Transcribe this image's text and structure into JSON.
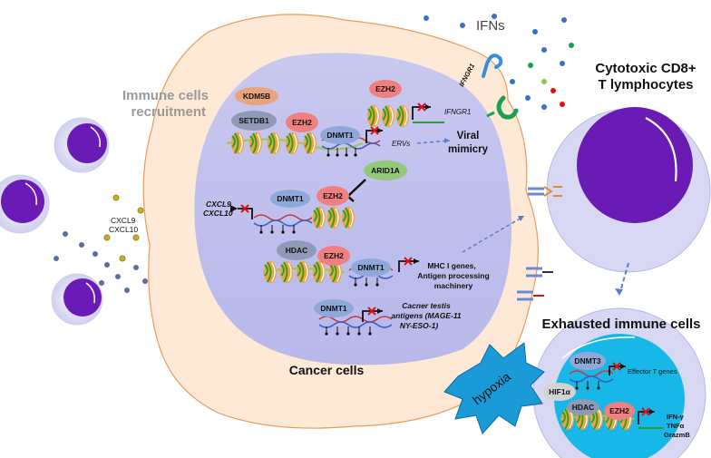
{
  "labels": {
    "ifns": "IFNs",
    "immune_recruitment_line1": "Immune cells",
    "immune_recruitment_line2": "recruitment",
    "cxcl9": "CXCL9",
    "cxcl10": "CXCL10",
    "cytotoxic_line1": "Cytotoxic CD8+",
    "cytotoxic_line2": "T lymphocytes",
    "exhausted": "Exhausted immune cells",
    "cancer_cells": "Cancer cells",
    "viral_mimicry_line1": "Viral",
    "viral_mimicry_line2": "mimicry",
    "ervs": "ERVs",
    "ifngr1_receptor": "IFNGR1",
    "ifngr1_gene": "IFNGR1",
    "cxcl9_gene": "CXCL9",
    "cxcl10_gene": "CXCL10",
    "mhc_line1": "MHC I genes,",
    "mhc_line2": "Antigen processing",
    "mhc_line3": "machinery",
    "ct_line1": "Cacner testis",
    "ct_line2": "antigens (MAGE-11",
    "ct_line3": "NY-ESO-1)",
    "hypoxia": "hypoxia",
    "effector_t_genes": "Effector T genes",
    "ifn_gamma": "IFN-γ",
    "tnf_alpha": "TNFα",
    "grazmb": "GrazmB"
  },
  "proteins": {
    "kdm5b": "KDM5B",
    "setdb1": "SETDB1",
    "ezh2_a": "EZH2",
    "dnmt1_a": "DNMT1",
    "ezh2_top": "EZH2",
    "arid1a": "ARID1A",
    "dnmt1_b": "DNMT1",
    "ezh2_b": "EZH2",
    "hdac_a": "HDAC",
    "ezh2_c": "EZH2",
    "dnmt1_c": "DNMT1",
    "dnmt1_d": "DNMT1",
    "dnmt3": "DNMT3",
    "hif1a": "HIF1α",
    "hdac_b": "HDAC",
    "ezh2_d": "EZH2"
  },
  "colors": {
    "cancer_cell_fill": "#fde9d6",
    "cancer_cell_stroke": "#e89b5c",
    "nucleus_fill": "#c9c9f2",
    "immune_cell_fill": "#6a1bb5",
    "exhausted_nucleus_fill": "#17b8e8",
    "hypoxia_fill": "#1a9ad6",
    "ezh2_pill": "#f08080",
    "dnmt_pill": "#8fa8d8",
    "kdm5b_pill": "#e8a47c",
    "setdb1_pill": "#8e9ab8",
    "arid1a_pill": "#94c97a",
    "hdac_pill": "#8e9ab8",
    "hif1a_pill": "#d3d3d3",
    "repression_mark": "#e01010"
  }
}
